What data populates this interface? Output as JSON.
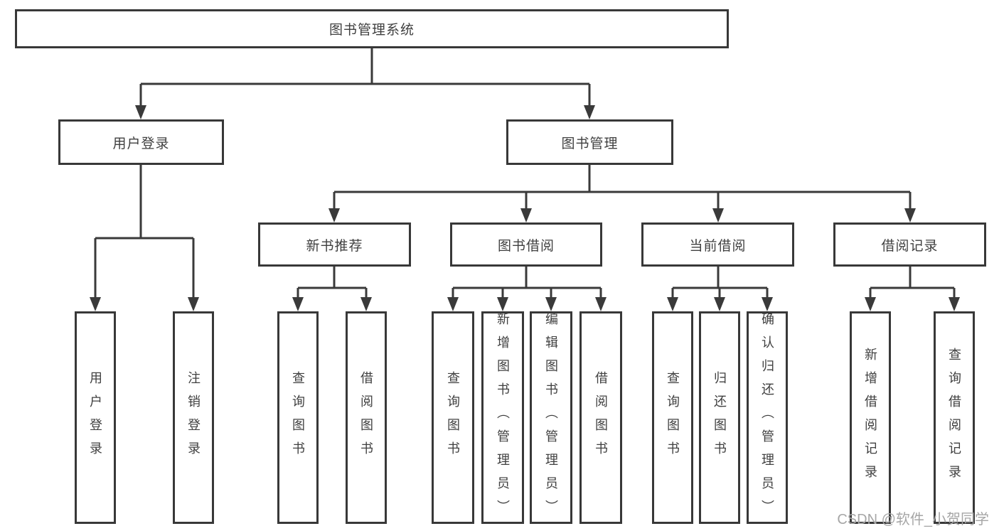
{
  "tree": {
    "root": {
      "label": "图书管理系统",
      "children": [
        {
          "label": "用户登录",
          "children": [
            {
              "label": "用户登录"
            },
            {
              "label": "注销登录"
            }
          ]
        },
        {
          "label": "图书管理",
          "children": [
            {
              "label": "新书推荐",
              "children": [
                {
                  "label": "查询图书"
                },
                {
                  "label": "借阅图书"
                }
              ]
            },
            {
              "label": "图书借阅",
              "children": [
                {
                  "label": "查询图书"
                },
                {
                  "label": "新增图书（管理员）"
                },
                {
                  "label": "编辑图书（管理员）"
                },
                {
                  "label": "借阅图书"
                }
              ]
            },
            {
              "label": "当前借阅",
              "children": [
                {
                  "label": "查询图书"
                },
                {
                  "label": "归还图书"
                },
                {
                  "label": "确认归还（管理员）"
                }
              ]
            },
            {
              "label": "借阅记录",
              "children": [
                {
                  "label": "新增借阅记录"
                },
                {
                  "label": "查询借阅记录"
                }
              ]
            }
          ]
        }
      ]
    }
  },
  "watermark": {
    "text": "CSDN @软件_小贺同学"
  },
  "colors": {
    "line": "#3a3a3a",
    "box_border": "#383838",
    "text": "#404040",
    "watermark": "#a6a6a6",
    "background": "#ffffff"
  }
}
